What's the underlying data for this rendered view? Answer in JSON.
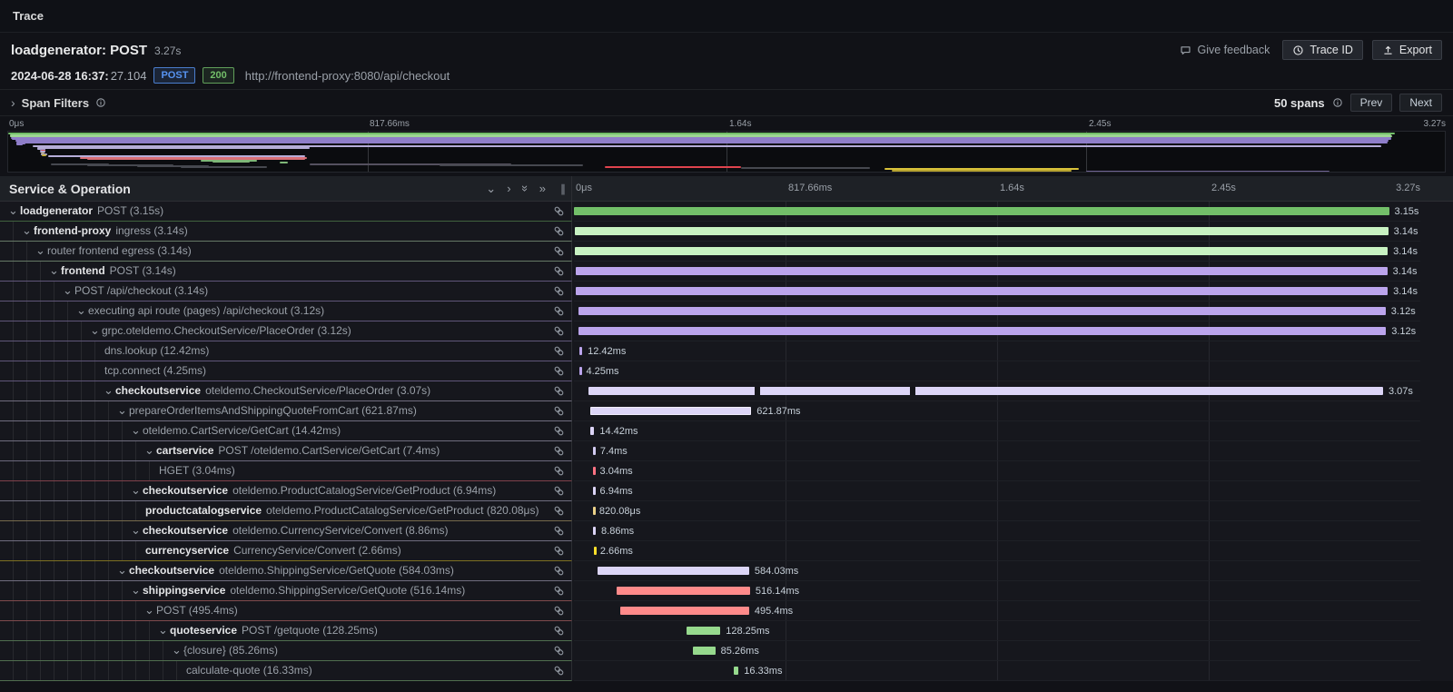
{
  "topbar": {
    "title": "Trace"
  },
  "trace_header": {
    "title": "loadgenerator: POST",
    "duration": "3.27s",
    "timestamp_main": "2024-06-28 16:37:",
    "timestamp_frac": "27.104",
    "method_badge": "POST",
    "status_badge": "200",
    "url": "http://frontend-proxy:8080/api/checkout",
    "feedback_label": "Give feedback",
    "trace_id_label": "Trace ID",
    "export_label": "Export"
  },
  "colors": {
    "method_badge": "#5794F2",
    "status_badge": "#73BF69"
  },
  "filter_bar": {
    "label": "Span Filters",
    "span_count": "50 spans",
    "prev_label": "Prev",
    "next_label": "Next"
  },
  "table_header": {
    "title": "Service & Operation"
  },
  "axis_ticks": [
    "0μs",
    "817.66ms",
    "1.64s",
    "2.45s",
    "3.27s"
  ],
  "icons": {
    "caret_down": "⌄",
    "angle_down": "⌄",
    "angle_right": "›",
    "angle_double": "»",
    "drag_handle": "∥",
    "filter_caret": "›"
  },
  "minimap": {
    "segments": [
      [
        0,
        1,
        96.5,
        "#73BF69"
      ],
      [
        0.1,
        2.6,
        96.2,
        "#9ed694"
      ],
      [
        0.15,
        4.2,
        96.2,
        "#9ed694"
      ],
      [
        0.2,
        5.8,
        96.1,
        "#8f7ec9"
      ],
      [
        0.25,
        7.4,
        96.0,
        "#8f7ec9"
      ],
      [
        0.5,
        9,
        95.6,
        "#8f7ec9"
      ],
      [
        0.55,
        10.6,
        95.5,
        "#8f7ec9"
      ],
      [
        0.6,
        12.2,
        0.6,
        "#8f7ec9"
      ],
      [
        0.6,
        13.4,
        0.4,
        "#8f7ec9"
      ],
      [
        1.7,
        15,
        93.9,
        "#b6add8"
      ],
      [
        2,
        16.6,
        19,
        "#b6add8"
      ],
      [
        2,
        17.8,
        0.6,
        "#b6add8"
      ],
      [
        2.2,
        19,
        0.4,
        "#9b94c4"
      ],
      [
        2.3,
        20.2,
        0.3,
        "#d4545e"
      ],
      [
        2.2,
        21.4,
        0.4,
        "#b6add8"
      ],
      [
        2.25,
        22.6,
        0.3,
        "#b3a05a"
      ],
      [
        2.3,
        23.8,
        0.4,
        "#b6add8"
      ],
      [
        2.35,
        25,
        0.3,
        "#c4ad3a"
      ],
      [
        2.8,
        26.4,
        17.9,
        "#b6add8"
      ],
      [
        5,
        27.8,
        15.8,
        "#d96f77"
      ],
      [
        5.5,
        29.2,
        15.2,
        "#d96f77"
      ],
      [
        13.4,
        30.6,
        3.9,
        "#7fb777"
      ],
      [
        14.2,
        32,
        2.6,
        "#7fb777"
      ],
      [
        18.9,
        33.2,
        0.6,
        "#7fb777"
      ],
      [
        3,
        34.6,
        4,
        "#46484f"
      ],
      [
        5.5,
        35.8,
        6,
        "#46484f"
      ],
      [
        9,
        37,
        5,
        "#46484f"
      ],
      [
        12,
        38.2,
        6,
        "#46484f"
      ],
      [
        21,
        34.6,
        14,
        "#55515f"
      ],
      [
        30,
        36,
        10,
        "#46484f"
      ],
      [
        41.5,
        37.6,
        9.5,
        "#e0444e"
      ],
      [
        51,
        39,
        9,
        "#46484f"
      ],
      [
        61,
        40.4,
        13.5,
        "#d9c23a"
      ],
      [
        61.5,
        42,
        12.5,
        "#b8a42f"
      ],
      [
        75,
        43.2,
        17,
        "#6f6394"
      ],
      [
        92,
        44.6,
        7,
        "#46484f"
      ]
    ]
  },
  "spans": [
    {
      "depth": 0,
      "caret": true,
      "service": "loadgenerator",
      "operation": "POST (3.15s)",
      "color": "#73BF69",
      "start": 0,
      "width": 96.3,
      "label": "3.15s"
    },
    {
      "depth": 1,
      "caret": true,
      "service": "frontend-proxy",
      "operation": "ingress (3.14s)",
      "color": "#C8F2C2",
      "start": 0.1,
      "width": 96.1,
      "label": "3.14s"
    },
    {
      "depth": 2,
      "caret": true,
      "service": "",
      "operation": "router frontend egress (3.14s)",
      "color": "#C8F2C2",
      "start": 0.15,
      "width": 96.0,
      "label": "3.14s"
    },
    {
      "depth": 3,
      "caret": true,
      "service": "frontend",
      "operation": "POST (3.14s)",
      "color": "#BBA4EC",
      "start": 0.2,
      "width": 95.9,
      "label": "3.14s"
    },
    {
      "depth": 4,
      "caret": true,
      "service": "",
      "operation": "POST /api/checkout (3.14s)",
      "color": "#BBA4EC",
      "start": 0.25,
      "width": 95.9,
      "label": "3.14s"
    },
    {
      "depth": 5,
      "caret": true,
      "service": "",
      "operation": "executing api route (pages) /api/checkout (3.12s)",
      "color": "#BBA4EC",
      "start": 0.5,
      "width": 95.4,
      "label": "3.12s"
    },
    {
      "depth": 6,
      "caret": true,
      "service": "",
      "operation": "grpc.oteldemo.CheckoutService/PlaceOrder (3.12s)",
      "color": "#BBA4EC",
      "start": 0.55,
      "width": 95.4,
      "label": "3.12s"
    },
    {
      "depth": 7,
      "caret": false,
      "service": "",
      "operation": "dns.lookup (12.42ms)",
      "color": "#BBA4EC",
      "start": 0.6,
      "width": 0.38,
      "label": "12.42ms"
    },
    {
      "depth": 7,
      "caret": false,
      "service": "",
      "operation": "tcp.connect (4.25ms)",
      "color": "#BBA4EC",
      "start": 0.6,
      "width": 0.2,
      "label": "4.25ms"
    },
    {
      "depth": 7,
      "caret": true,
      "service": "checkoutservice",
      "operation": "oteldemo.CheckoutService/PlaceOrder (3.07s)",
      "color": "#DCD5F7",
      "start": 1.7,
      "width": 93.9,
      "label": "3.07s",
      "ticks": [
        21.4,
        39.7
      ]
    },
    {
      "depth": 8,
      "caret": true,
      "service": "",
      "operation": "prepareOrderItemsAndShippingQuoteFromCart (621.87ms)",
      "color": "#DCD5F7",
      "start": 1.95,
      "width": 19.0,
      "label": "621.87ms",
      "outlined": true
    },
    {
      "depth": 9,
      "caret": true,
      "service": "",
      "operation": "oteldemo.CartService/GetCart (14.42ms)",
      "color": "#DCD5F7",
      "start": 1.95,
      "width": 0.45,
      "label": "14.42ms"
    },
    {
      "depth": 10,
      "caret": true,
      "service": "cartservice",
      "operation": "POST /oteldemo.CartService/GetCart (7.4ms)",
      "color": "#D3CCF2",
      "start": 2.2,
      "width": 0.25,
      "label": "7.4ms"
    },
    {
      "depth": 11,
      "caret": false,
      "service": "",
      "operation": "HGET (3.04ms)",
      "color": "#FF7383",
      "start": 2.3,
      "width": 0.12,
      "label": "3.04ms"
    },
    {
      "depth": 9,
      "caret": true,
      "service": "checkoutservice",
      "operation": "oteldemo.ProductCatalogService/GetProduct (6.94ms)",
      "color": "#DCD5F7",
      "start": 2.2,
      "width": 0.22,
      "label": "6.94ms"
    },
    {
      "depth": 10,
      "caret": false,
      "service": "productcatalogservice",
      "operation": "oteldemo.ProductCatalogService/GetProduct (820.08μs)",
      "color": "#EBD188",
      "start": 2.25,
      "width": 0.1,
      "label": "820.08μs"
    },
    {
      "depth": 9,
      "caret": true,
      "service": "checkoutservice",
      "operation": "oteldemo.CurrencyService/Convert (8.86ms)",
      "color": "#DCD5F7",
      "start": 2.3,
      "width": 0.28,
      "label": "8.86ms"
    },
    {
      "depth": 10,
      "caret": false,
      "service": "currencyservice",
      "operation": "CurrencyService/Convert (2.66ms)",
      "color": "#FADE2A",
      "start": 2.35,
      "width": 0.1,
      "label": "2.66ms"
    },
    {
      "depth": 8,
      "caret": true,
      "service": "checkoutservice",
      "operation": "oteldemo.ShippingService/GetQuote (584.03ms)",
      "color": "#DCD5F7",
      "start": 2.8,
      "width": 17.9,
      "label": "584.03ms"
    },
    {
      "depth": 9,
      "caret": true,
      "service": "shippingservice",
      "operation": "oteldemo.ShippingService/GetQuote (516.14ms)",
      "color": "#FF8A8A",
      "start": 5.0,
      "width": 15.8,
      "label": "516.14ms"
    },
    {
      "depth": 10,
      "caret": true,
      "service": "",
      "operation": "POST (495.4ms)",
      "color": "#FF8A8A",
      "start": 5.5,
      "width": 15.2,
      "label": "495.4ms"
    },
    {
      "depth": 11,
      "caret": true,
      "service": "quoteservice",
      "operation": "POST /getquote (128.25ms)",
      "color": "#96D98D",
      "start": 13.3,
      "width": 4.0,
      "label": "128.25ms"
    },
    {
      "depth": 12,
      "caret": true,
      "service": "",
      "operation": "{closure} (85.26ms)",
      "color": "#96D98D",
      "start": 14.1,
      "width": 2.6,
      "label": "85.26ms"
    },
    {
      "depth": 13,
      "caret": false,
      "service": "",
      "operation": "calculate-quote (16.33ms)",
      "color": "#96D98D",
      "start": 18.9,
      "width": 0.55,
      "label": "16.33ms"
    }
  ]
}
